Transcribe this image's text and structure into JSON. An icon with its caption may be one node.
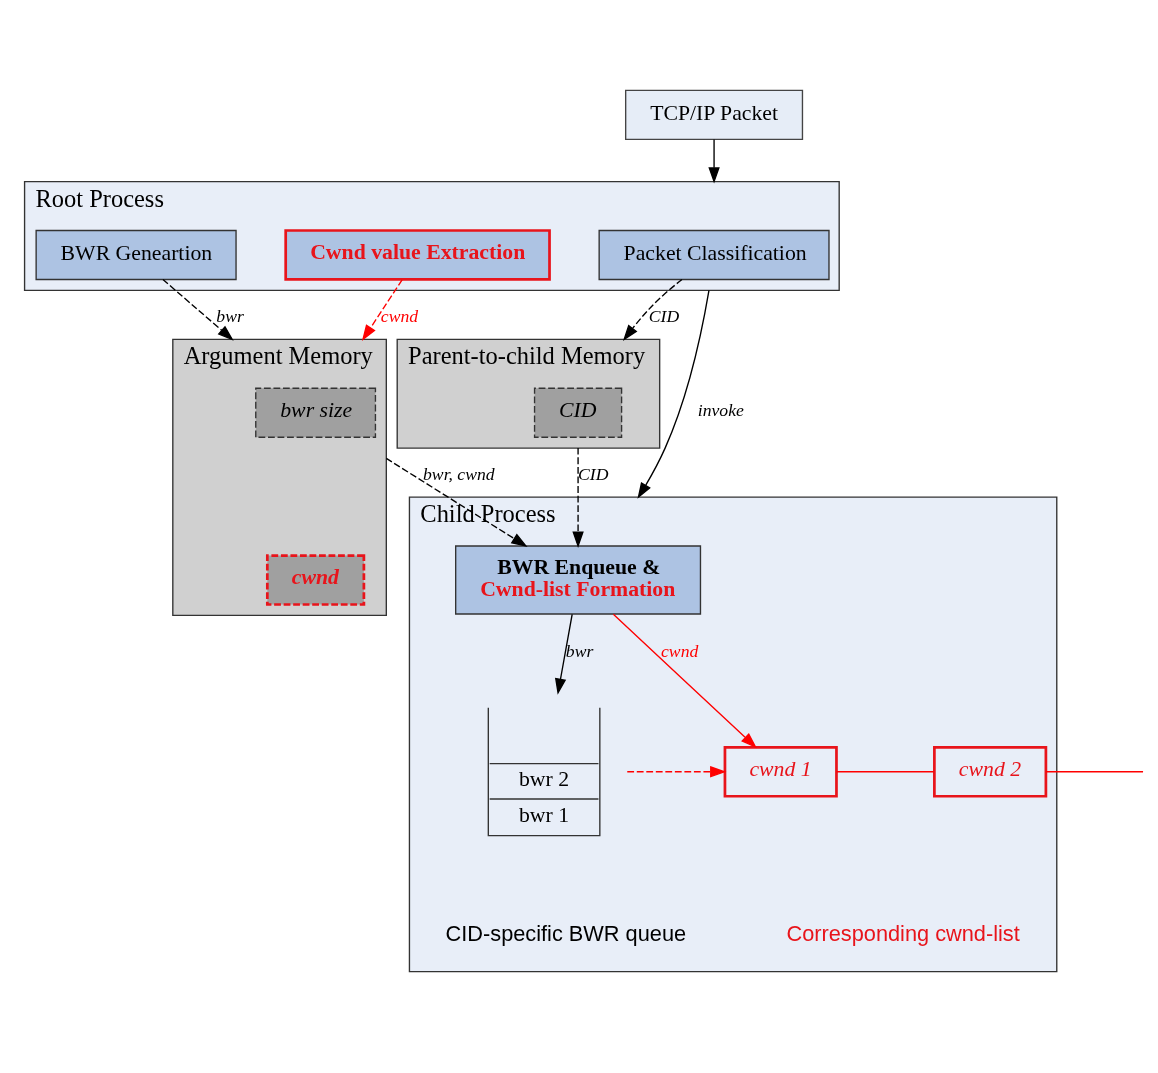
{
  "diagram": {
    "nodes": [
      {
        "text": [
          "TCP/IP Packet"
        ]
      },
      {
        "text": [
          "Root Process"
        ]
      },
      {
        "text": [
          "Packet Classification"
        ],
        "in": 1
      },
      {
        "text": [
          "BWR Geneartion"
        ],
        "in": 1
      },
      {
        "text": [
          "Cwnd value Extraction"
        ],
        "in": 1
      },
      {
        "text": [
          "Parent-to-child Memory"
        ]
      },
      {
        "text": [
          "CID"
        ],
        "in": 5
      },
      {
        "text": [
          "Argument Memory"
        ]
      },
      {
        "text": [
          "bwr size"
        ],
        "in": 7
      },
      {
        "text": [
          "cwnd"
        ],
        "in": 7
      },
      {
        "text": [
          "Child Process"
        ]
      },
      {
        "text": [
          "BWR Enqueue &",
          "Cwnd-list Formation"
        ],
        "in": 10
      },
      {
        "text": [
          "bwr 2",
          "bwr 1"
        ],
        "beside": [
          "CID-specific BWR queue"
        ],
        "in": 10
      },
      {
        "text": [
          "cwnd 1"
        ],
        "in": 10
      },
      {
        "text": [
          "cwnd 2"
        ],
        "in": 10
      }
    ],
    "edges": [
      {
        "from": 0,
        "to": 1,
        "arrow": "to"
      },
      {
        "from": 2,
        "to": 5,
        "arrow": "to",
        "label": "CID",
        "style": "dashed"
      },
      {
        "from": 3,
        "to": 7,
        "arrow": "to",
        "label": "bwr",
        "style": "dashed"
      },
      {
        "from": 4,
        "to": 7,
        "arrow": "to",
        "label": "cwnd",
        "style": "dashed",
        "color": "#ff0000"
      },
      {
        "from": 1,
        "to": 10,
        "arrow": "to",
        "label": "invoke"
      },
      {
        "from": 5,
        "to": 11,
        "arrow": "to",
        "label": "CID",
        "style": "dashed"
      },
      {
        "from": 7,
        "to": 11,
        "arrow": "to",
        "label": "bwr, cwnd",
        "style": "dashed"
      },
      {
        "from": 11,
        "to": 12,
        "arrow": "to",
        "label": "bwr"
      },
      {
        "from": 11,
        "to": 13,
        "arrow": "to",
        "label": "cwnd",
        "color": "#ff0000"
      },
      {
        "from": 12,
        "to": 13,
        "arrow": "to",
        "style": "dashed",
        "color": "#ff0000"
      },
      {
        "from": 13,
        "to": 14,
        "arrow": "none",
        "color": "#ff0000"
      },
      {
        "from": 14,
        "to": null,
        "arrow": "none",
        "color": "#ff0000"
      }
    ],
    "labels": [
      "Corresponding cwnd-list"
    ]
  }
}
